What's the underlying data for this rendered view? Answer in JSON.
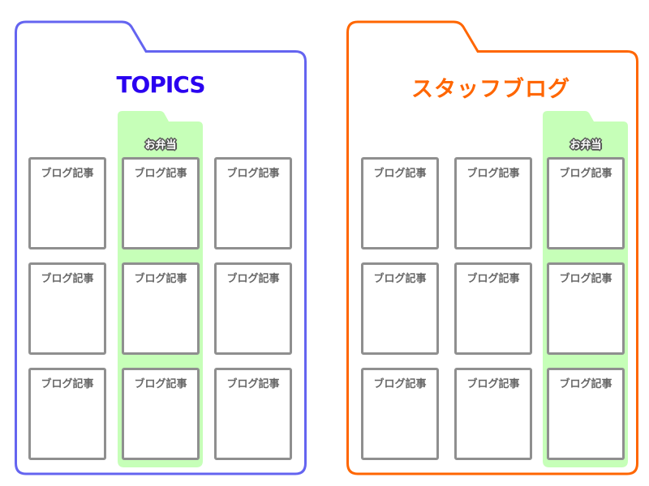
{
  "colors": {
    "topics_accent": "#6464f0",
    "topics_title": "#2a00f0",
    "staff_accent": "#ff6600",
    "staff_title": "#ff6600",
    "highlight_panel": "#c6ffb8",
    "card_border": "#8f8f8f",
    "card_text": "#666666"
  },
  "folders": [
    {
      "title": "TOPICS",
      "highlight_label": "お弁当",
      "highlight_column": 1,
      "cards": [
        [
          "ブログ記事",
          "ブログ記事",
          "ブログ記事"
        ],
        [
          "ブログ記事",
          "ブログ記事",
          "ブログ記事"
        ],
        [
          "ブログ記事",
          "ブログ記事",
          "ブログ記事"
        ]
      ]
    },
    {
      "title": "スタッフブログ",
      "highlight_label": "お弁当",
      "highlight_column": 2,
      "cards": [
        [
          "ブログ記事",
          "ブログ記事",
          "ブログ記事"
        ],
        [
          "ブログ記事",
          "ブログ記事",
          "ブログ記事"
        ],
        [
          "ブログ記事",
          "ブログ記事",
          "ブログ記事"
        ]
      ]
    }
  ]
}
